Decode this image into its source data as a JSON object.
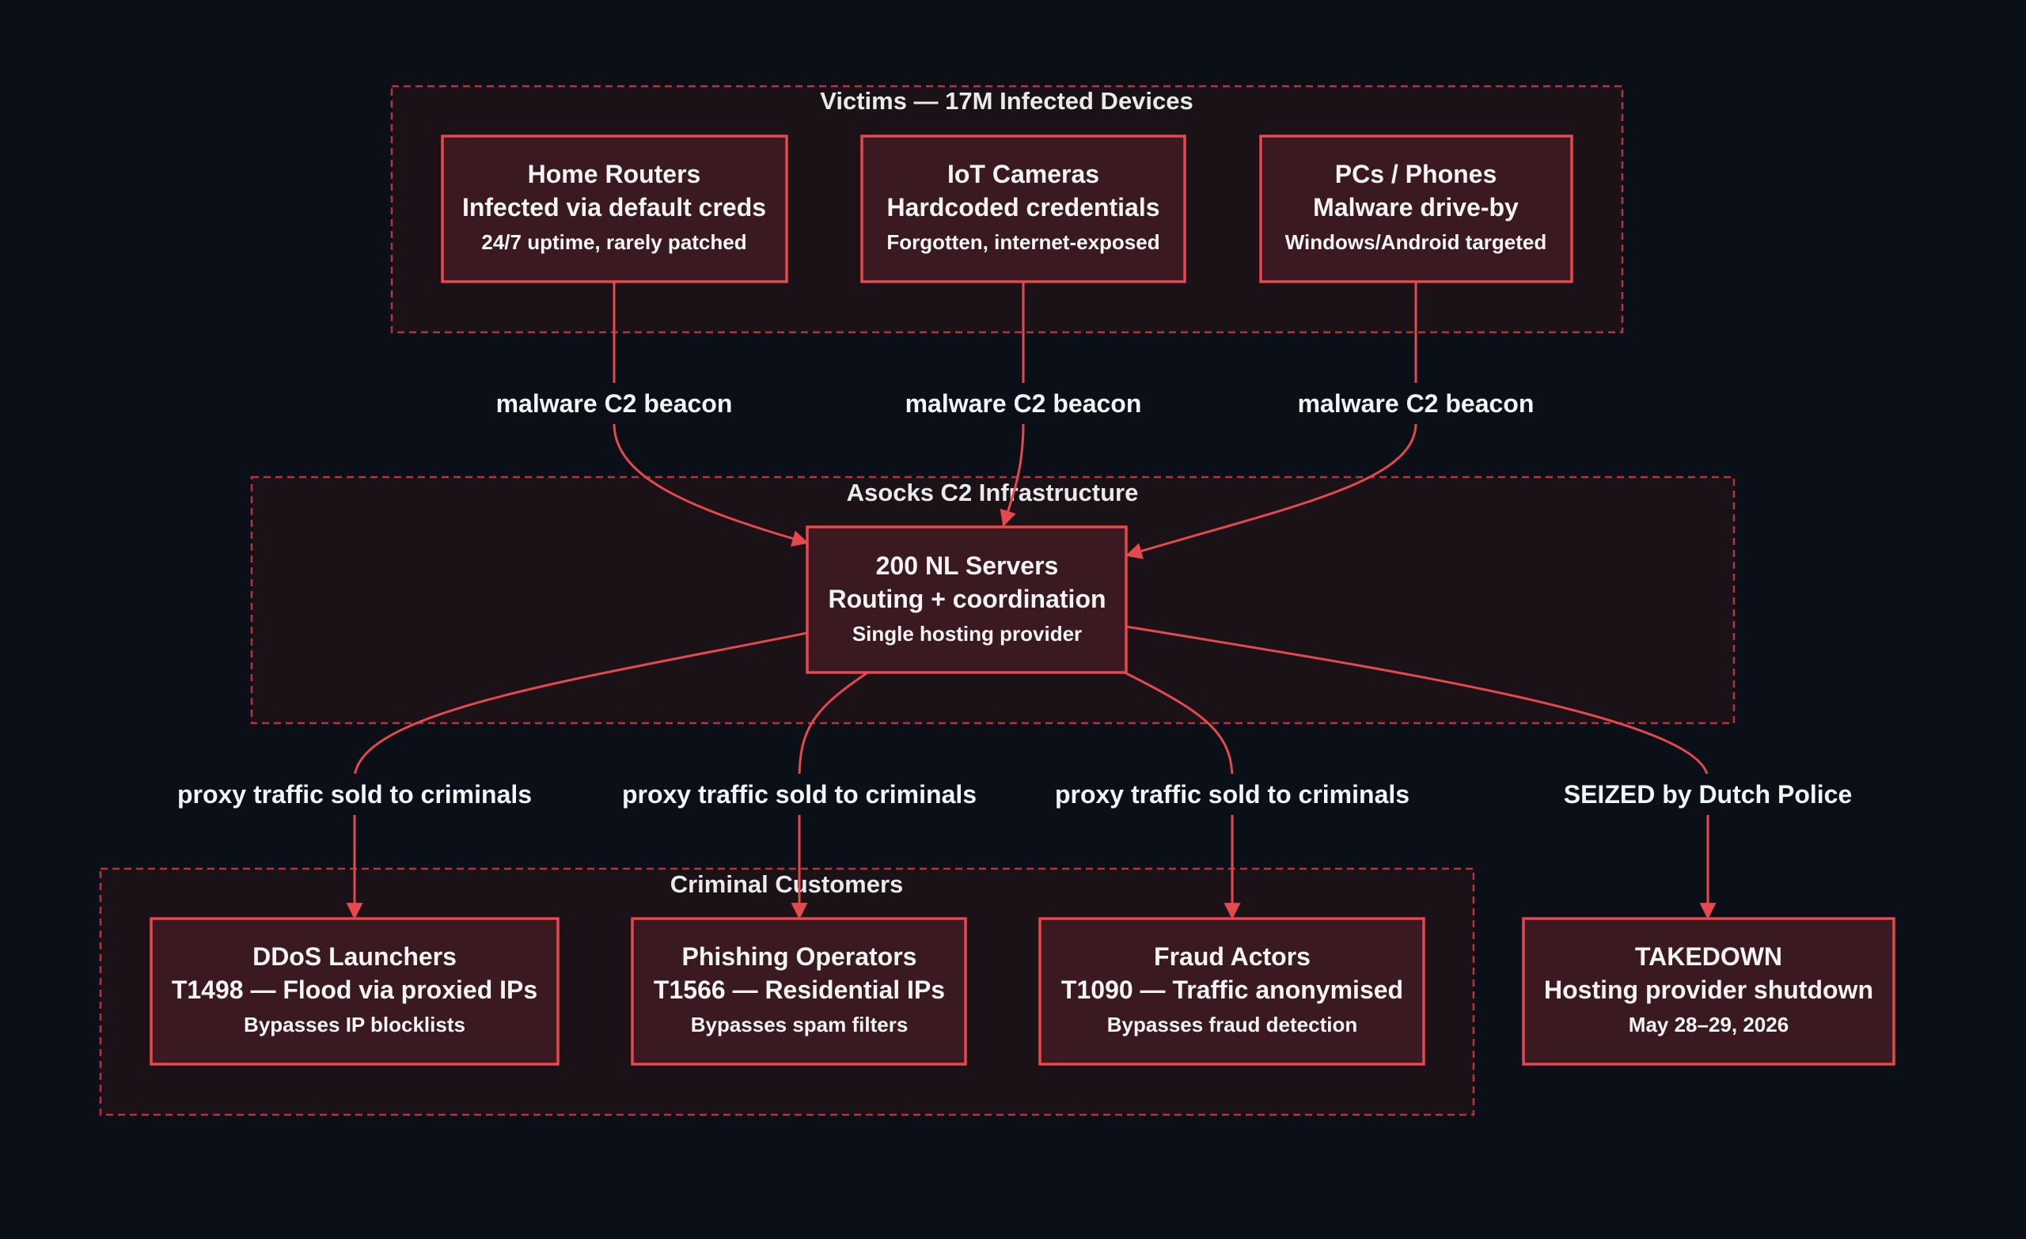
{
  "colors": {
    "background": "#0b0f17",
    "cluster_fill": "#1a1217",
    "cluster_border": "#b8343c",
    "node_fill": "#3a1a20",
    "node_border": "#e5484d",
    "edge": "#e5484d",
    "text": "#f3f4f6"
  },
  "clusters": {
    "victims": {
      "title": "Victims — 17M Infected Devices"
    },
    "c2": {
      "title": "Asocks C2 Infrastructure"
    },
    "customers": {
      "title": "Criminal Customers"
    }
  },
  "nodes": {
    "home_routers": {
      "line1": "Home Routers",
      "line2": "Infected via default creds",
      "line3": "24/7 uptime, rarely patched"
    },
    "iot_cameras": {
      "line1": "IoT Cameras",
      "line2": "Hardcoded credentials",
      "line3": "Forgotten, internet-exposed"
    },
    "pcs_phones": {
      "line1": "PCs / Phones",
      "line2": "Malware drive-by",
      "line3": "Windows/Android targeted"
    },
    "nl_servers": {
      "line1": "200 NL Servers",
      "line2": "Routing + coordination",
      "line3": "Single hosting provider"
    },
    "ddos": {
      "line1": "DDoS Launchers",
      "line2": "T1498 — Flood via proxied IPs",
      "line3": "Bypasses IP blocklists"
    },
    "phishing": {
      "line1": "Phishing Operators",
      "line2": "T1566 — Residential IPs",
      "line3": "Bypasses spam filters"
    },
    "fraud": {
      "line1": "Fraud Actors",
      "line2": "T1090 — Traffic anonymised",
      "line3": "Bypasses fraud detection"
    },
    "takedown": {
      "line1": "TAKEDOWN",
      "line2": "Hosting provider shutdown",
      "line3": "May 28–29, 2026"
    }
  },
  "edges": {
    "routers_to_c2": "malware C2 beacon",
    "cameras_to_c2": "malware C2 beacon",
    "pcs_to_c2": "malware C2 beacon",
    "c2_to_ddos": "proxy traffic sold to criminals",
    "c2_to_phishing": "proxy traffic sold to criminals",
    "c2_to_fraud": "proxy traffic sold to criminals",
    "c2_to_takedown": "SEIZED by Dutch Police"
  }
}
